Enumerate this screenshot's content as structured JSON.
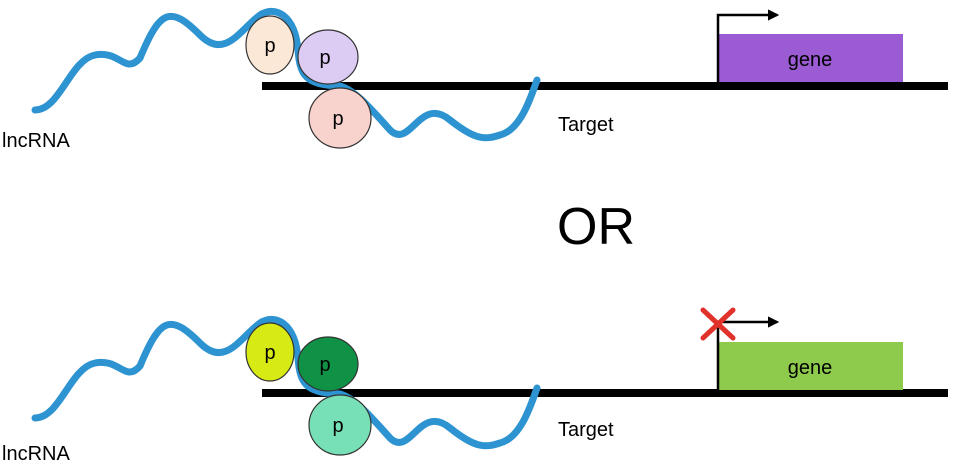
{
  "colors": {
    "rna": "#2E93D1",
    "strand": "#000000",
    "activation": {
      "gene_fill": "#9A5BD3",
      "protein_1": "#FBE8D6",
      "protein_2": "#DCCCF3",
      "protein_3": "#F8D2CD"
    },
    "repression": {
      "gene_fill": "#8ECB4C",
      "protein_1": "#D8EA13",
      "protein_2": "#109246",
      "protein_3": "#77E0B6",
      "block_mark": "#E0322B"
    }
  },
  "icons": {
    "promoter_arrow": "arrow-right-icon",
    "block": "x-mark-icon"
  },
  "activation_panel": {
    "rna_label": "lncRNA",
    "target_label": "Target",
    "gene_label": "gene",
    "protein_labels": [
      "p",
      "p",
      "p"
    ]
  },
  "separator": "OR",
  "repression_panel": {
    "rna_label": "lncRNA",
    "target_label": "Target",
    "gene_label": "gene",
    "protein_labels": [
      "p",
      "p",
      "p"
    ]
  }
}
